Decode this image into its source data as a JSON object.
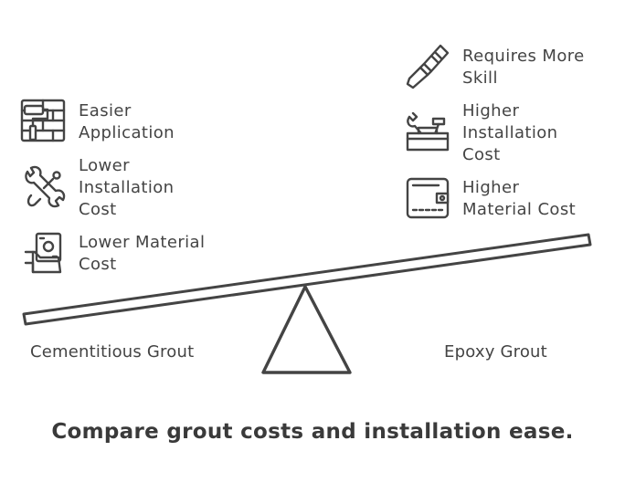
{
  "left_side": {
    "name": "Cementitious Grout",
    "attributes": [
      {
        "label": "Easier\nApplication",
        "icon": "paint-roller-icon"
      },
      {
        "label": "Lower\nInstallation\nCost",
        "icon": "wrench-icon"
      },
      {
        "label": "Lower Material\nCost",
        "icon": "money-hand-icon"
      }
    ]
  },
  "right_side": {
    "name": "Epoxy Grout",
    "attributes": [
      {
        "label": "Requires More\nSkill",
        "icon": "chisel-icon"
      },
      {
        "label": "Higher\nInstallation\nCost",
        "icon": "toolbox-icon"
      },
      {
        "label": "Higher\nMaterial Cost",
        "icon": "wallet-icon"
      }
    ]
  },
  "caption": "Compare grout costs and installation ease.",
  "colors": {
    "ink": "#444444",
    "background": "#ffffff"
  }
}
